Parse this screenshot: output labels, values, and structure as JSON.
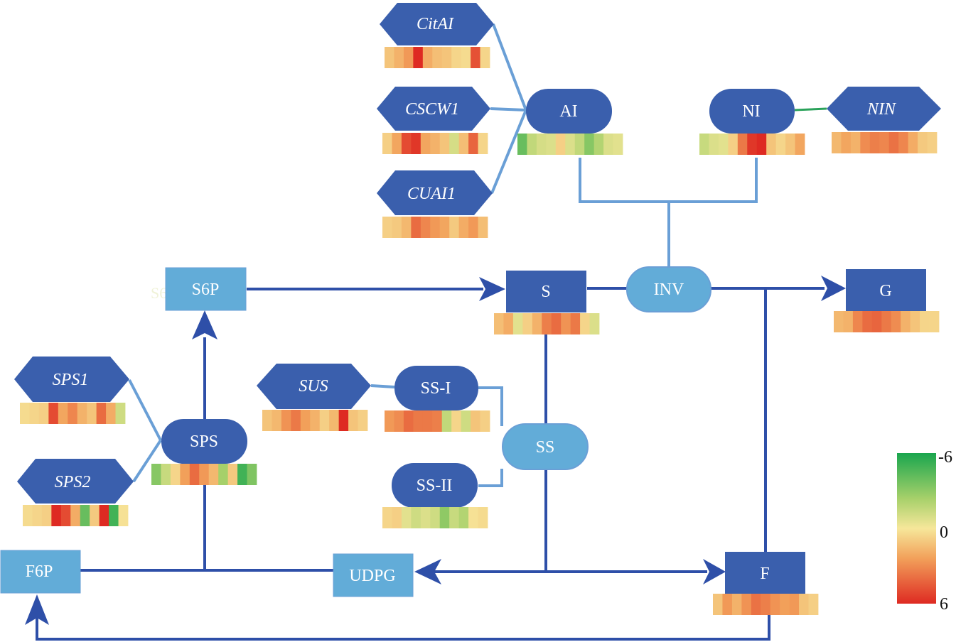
{
  "colors": {
    "dark_node": "#3a5fad",
    "light_node": "#62acd8",
    "flow_line": "#2e4fa8",
    "link_line": "#6a9fd6",
    "green_link": "#2aa25a"
  },
  "nodes": {
    "S6P": "S6P",
    "S": "S",
    "INV": "INV",
    "G": "G",
    "F": "F",
    "F6P": "F6P",
    "UDPG": "UDPG",
    "AI": "AI",
    "NI": "NI",
    "SPS": "SPS",
    "SS": "SS",
    "SSI": "SS-I",
    "SSII": "SS-II"
  },
  "genes": {
    "CitAI": "CitAI",
    "CSCW1": "CSCW1",
    "CUAI1": "CUAI1",
    "NIN": "NIN",
    "SPS1": "SPS1",
    "SPS2": "SPS2",
    "SUS": "SUS"
  },
  "ghost_label": "S6",
  "colorscale": {
    "top_label": "-6",
    "mid_label": "0",
    "bottom_label": "6",
    "min": -6,
    "max": 6
  },
  "heatmaps": {
    "CitAI": [
      1.2,
      1.8,
      2.6,
      6.0,
      2.0,
      1.4,
      1.2,
      0.6,
      0.4,
      4.8,
      0.6
    ],
    "CSCW1": [
      0.8,
      2.2,
      5.0,
      5.6,
      2.2,
      1.8,
      1.2,
      -1.0,
      1.4,
      4.2,
      0.6
    ],
    "CUAI1": [
      0.8,
      1.0,
      1.6,
      4.0,
      3.2,
      2.6,
      2.2,
      1.0,
      2.0,
      2.6,
      1.4
    ],
    "AI": [
      -4.0,
      -1.6,
      -1.0,
      -0.8,
      0.8,
      -0.8,
      -1.6,
      -3.2,
      -2.0,
      -0.8,
      -0.6
    ],
    "NI": [
      -1.4,
      -0.8,
      -0.6,
      0.8,
      3.6,
      5.6,
      6.0,
      1.2,
      0.6,
      1.2,
      2.2
    ],
    "NIN": [
      1.6,
      2.2,
      1.8,
      3.0,
      3.4,
      3.2,
      3.8,
      3.2,
      2.0,
      1.0,
      0.8
    ],
    "S": [
      1.4,
      2.0,
      -0.6,
      0.8,
      1.8,
      3.4,
      4.0,
      2.8,
      3.6,
      0.6,
      -0.8
    ],
    "G": [
      1.6,
      1.8,
      3.2,
      4.0,
      4.2,
      3.6,
      3.0,
      1.8,
      1.2,
      0.6,
      0.6
    ],
    "SPS1": [
      0.4,
      0.6,
      0.8,
      5.0,
      2.2,
      3.2,
      1.8,
      1.2,
      4.0,
      2.0,
      -1.2
    ],
    "SPS2": [
      0.4,
      0.6,
      0.8,
      6.0,
      5.0,
      2.0,
      -4.0,
      1.0,
      6.0,
      -5.0,
      0.2
    ],
    "SPS": [
      -3.2,
      -1.4,
      0.6,
      2.4,
      4.0,
      2.6,
      1.6,
      -2.4,
      1.0,
      -5.0,
      -3.4
    ],
    "SUS": [
      1.2,
      1.6,
      2.8,
      3.6,
      2.4,
      1.8,
      0.8,
      1.6,
      6.0,
      1.2,
      0.8
    ],
    "SSI": [
      2.6,
      3.0,
      4.0,
      3.6,
      3.6,
      3.4,
      -1.6,
      0.6,
      -1.2,
      1.2,
      0.8
    ],
    "SSII": [
      0.6,
      0.8,
      -0.6,
      -1.2,
      -0.8,
      -1.2,
      -3.0,
      -1.4,
      -2.0,
      0.2,
      0.4
    ],
    "F": [
      1.2,
      2.6,
      1.8,
      2.8,
      3.8,
      3.4,
      2.8,
      2.4,
      2.6,
      1.2,
      0.8
    ]
  }
}
